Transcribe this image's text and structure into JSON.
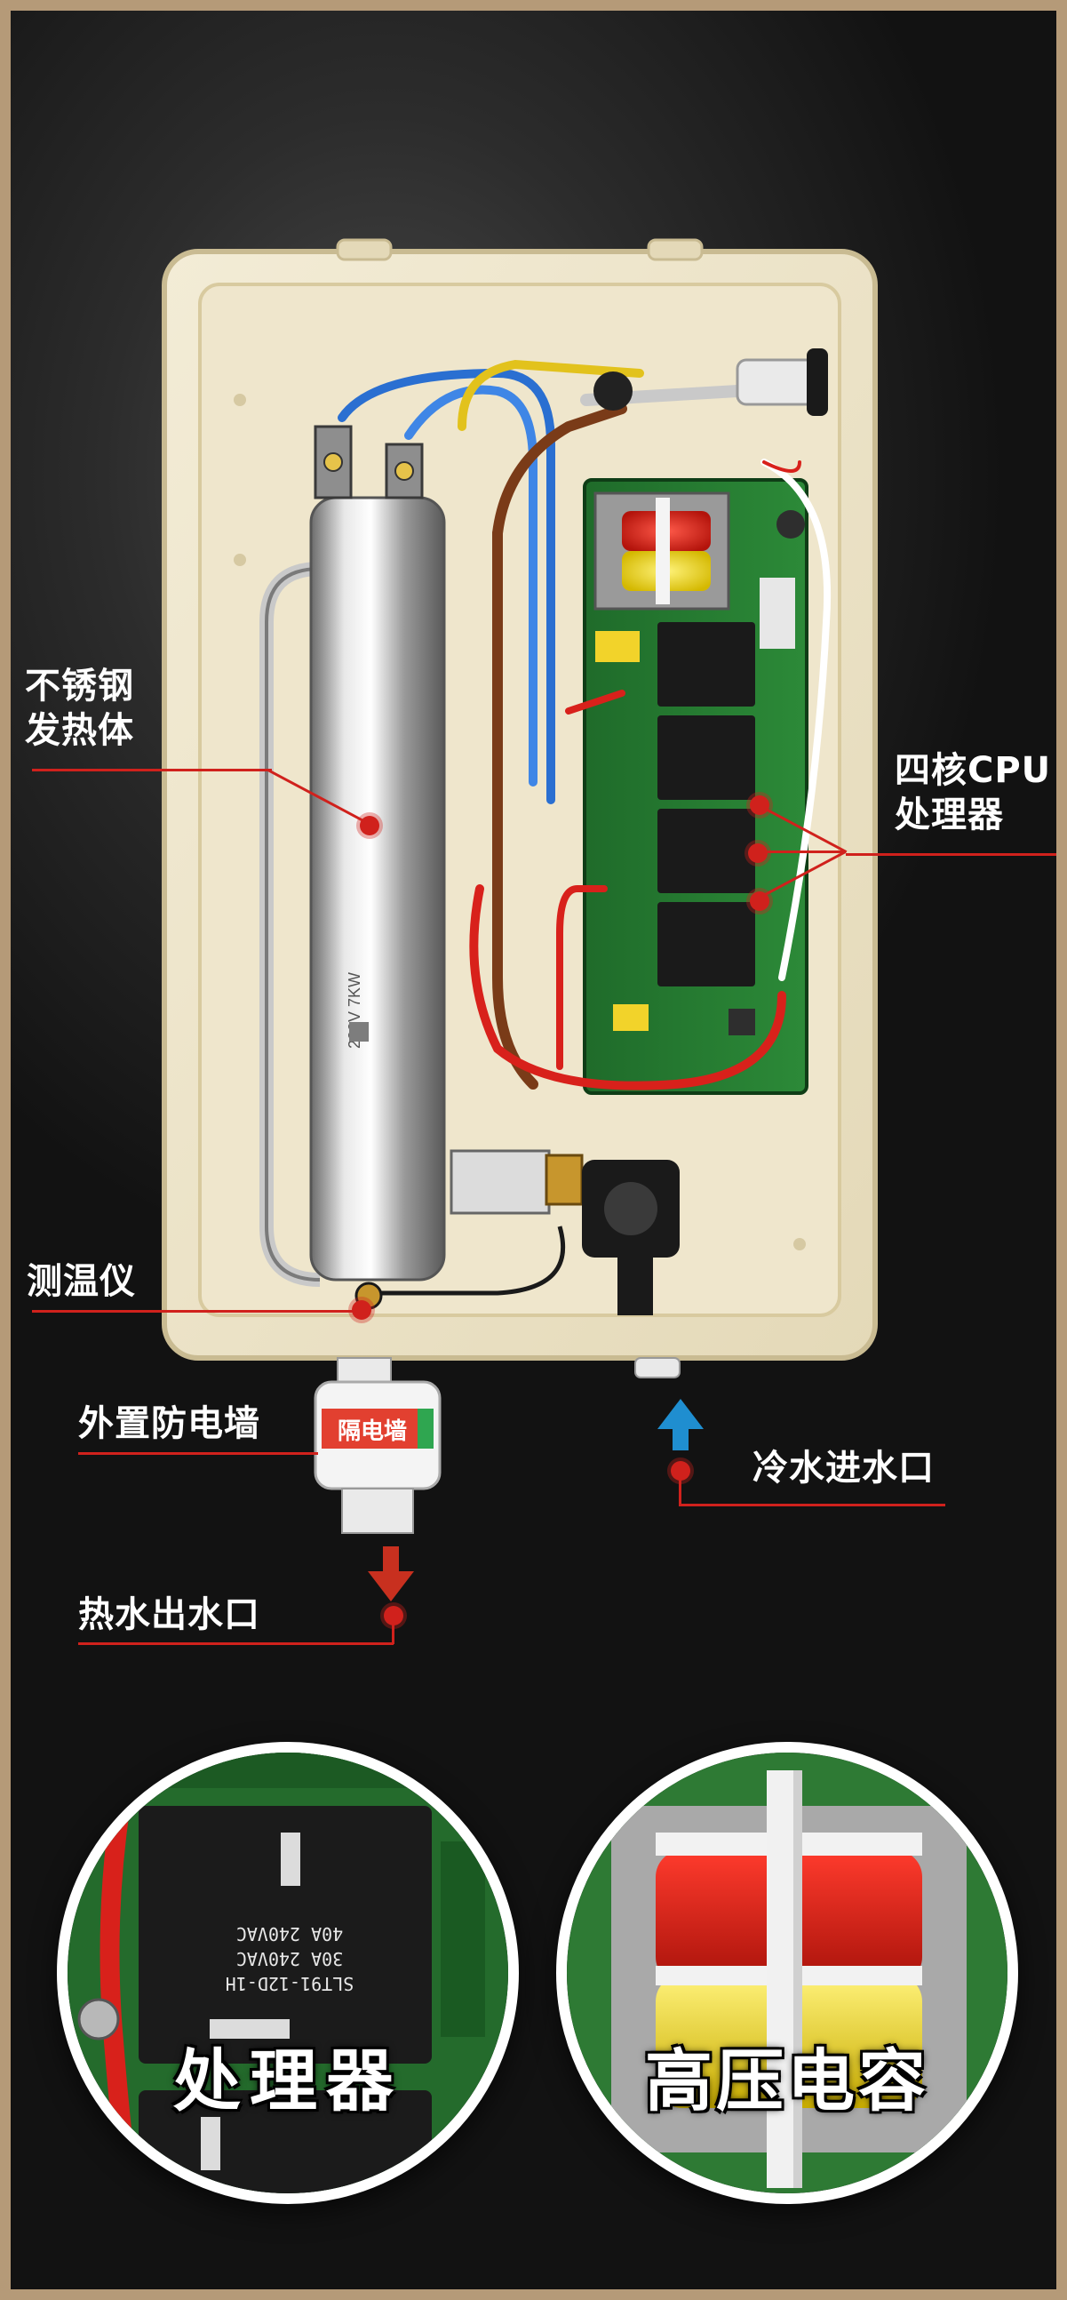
{
  "callouts": {
    "heater": "不锈钢\n发热体",
    "cpu": "四核CPU\n处理器",
    "thermometer": "测温仪",
    "wall": "外置防电墙",
    "cold_inlet": "冷水进水口",
    "hot_outlet": "热水出水口"
  },
  "relay_label_lines": [
    "SLT91-12D-1H",
    "30A 240VAC",
    "40A 240VAC"
  ],
  "wall_sticker": "隔电墙",
  "zoom_captions": {
    "processor": "处理器",
    "capacitor": "高压电容"
  },
  "colors": {
    "accent_red": "#d0211c",
    "cold_blue": "#1f8ed0",
    "frame_gold": "#b59a78"
  }
}
